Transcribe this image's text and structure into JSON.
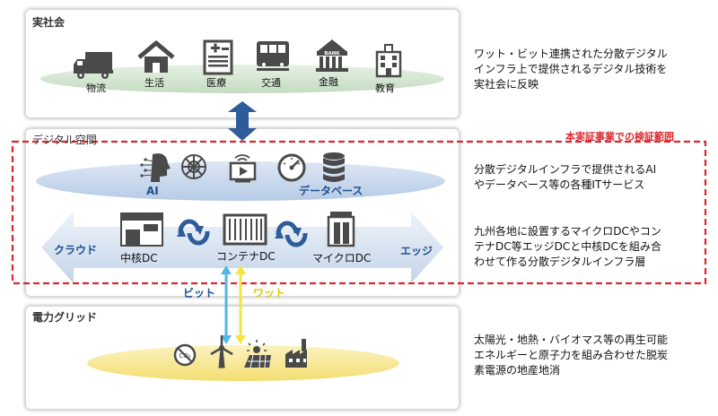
{
  "real_society": {
    "title": "実社会",
    "items": [
      "物流",
      "生活",
      "医療",
      "交通",
      "金融",
      "教育"
    ],
    "bank_text": "BANK",
    "description": [
      "ワット・ビット連携された分散デジタル",
      "インフラ上で提供されるデジタル技術を",
      "実社会に反映"
    ]
  },
  "digital_space": {
    "title": "デジタル空間",
    "scope_label": "本実証事業での検証範囲",
    "services": {
      "ai": "AI",
      "database": "データベース"
    },
    "services_description": [
      "分散デジタルインフラで提供されるAI",
      "やデータベース等の各種ITサービス"
    ],
    "cloud": "クラウド",
    "edge": "エッジ",
    "dc": [
      "中核DC",
      "コンテナDC",
      "マイクロDC"
    ],
    "dc_description": [
      "九州各地に設置するマイクロDCやコン",
      "テナDC等エッジDCと中核DCを組み合",
      "わせて作る分散デジタルインフラ層"
    ]
  },
  "link": {
    "bit": "ビット",
    "watt": "ワット"
  },
  "power_grid": {
    "title": "電力グリッド",
    "co2_text": "CO₂",
    "description": [
      "太陽光・地熱・バイオマス等の再生可能",
      "エネルギーと原子力を組み合わせた脱炭",
      "素電源の地産地消"
    ]
  },
  "colors": {
    "green_ellipse": "#d5e8d4",
    "blue_ellipse": "#c9d9ee",
    "yellow_ellipse": "#fbeea8",
    "arrow_blue": "#2e5c9a",
    "scope_red": "#d9282f",
    "bit_blue": "#4fb8ea",
    "watt_yellow": "#f2e640"
  }
}
